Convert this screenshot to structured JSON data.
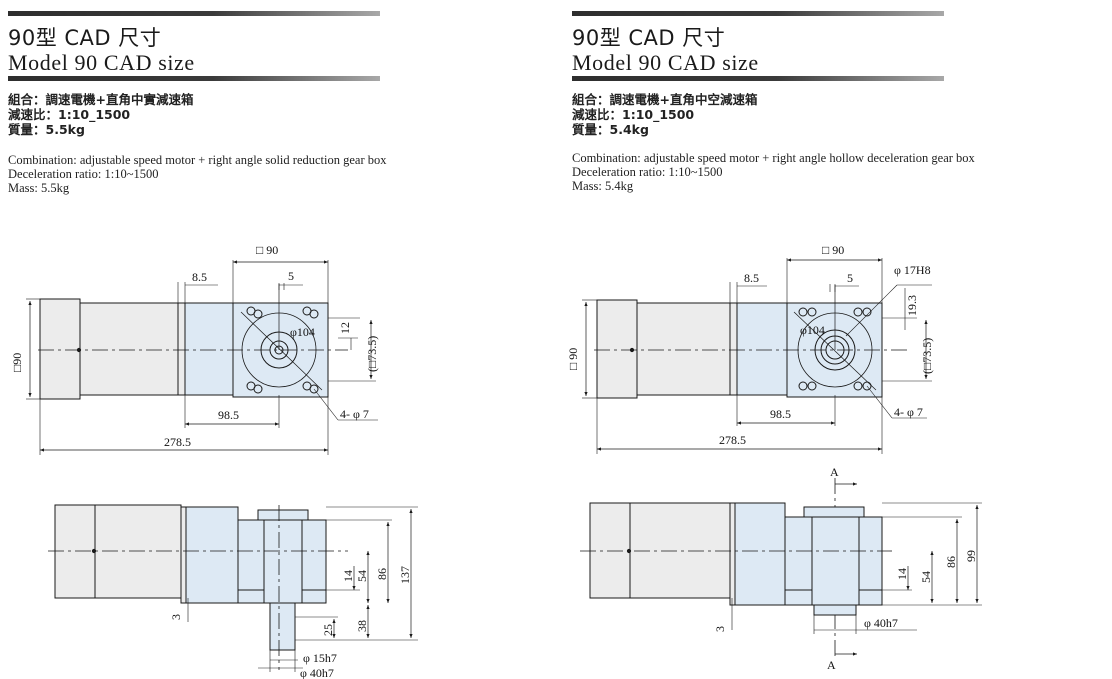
{
  "left": {
    "title_cn": "90型 CAD 尺寸",
    "title_en": "Model 90  CAD size",
    "spec_cn": [
      "組合：調速電機+直角中實減速箱",
      "減速比：1:10_1500",
      "質量：5.5kg"
    ],
    "spec_en": [
      "Combination: adjustable speed motor + right angle solid reduction gear box",
      "Deceleration ratio: 1:10~1500",
      "Mass: 5.5kg"
    ],
    "dims": {
      "sq90_top": "□ 90",
      "d85": "8.5",
      "d5": "5",
      "phi104": "φ104",
      "d12": "12",
      "sq735": "(□73.5)",
      "sq90_side": "□90",
      "d985": "98.5",
      "d2785": "278.5",
      "holes": "4- φ 7",
      "d14": "14",
      "d54": "54",
      "d86": "86",
      "d137": "137",
      "d3": "3",
      "d25": "25",
      "d38": "38",
      "phi15": "φ 15h7",
      "phi40": "φ 40h7"
    }
  },
  "right": {
    "title_cn": "90型 CAD 尺寸",
    "title_en": "Model 90  CAD size",
    "spec_cn": [
      "組合：調速電機+直角中空減速箱",
      "減速比：1:10_1500",
      "質量：5.4kg"
    ],
    "spec_en": [
      "Combination: adjustable speed motor + right angle hollow deceleration gear box",
      "Deceleration ratio: 1:10~1500",
      "Mass: 5.4kg"
    ],
    "dims": {
      "sq90_top": "□ 90",
      "d85": "8.5",
      "d5": "5",
      "phi17": "φ 17H8",
      "d193": "19.3",
      "phi104": "φ104",
      "sq735": "(□73.5)",
      "sq90_side": "□ 90",
      "d985": "98.5",
      "d2785": "278.5",
      "holes": "4- φ 7",
      "sec_a_top": "A",
      "sec_a_bottom": "A",
      "d14": "14",
      "d54": "54",
      "d86": "86",
      "d99": "99",
      "d3": "3",
      "phi40": "φ 40h7"
    }
  },
  "colors": {
    "gear_fill": "#dde9f4",
    "motor_fill": "#ececec",
    "line": "#1a1a1a"
  }
}
